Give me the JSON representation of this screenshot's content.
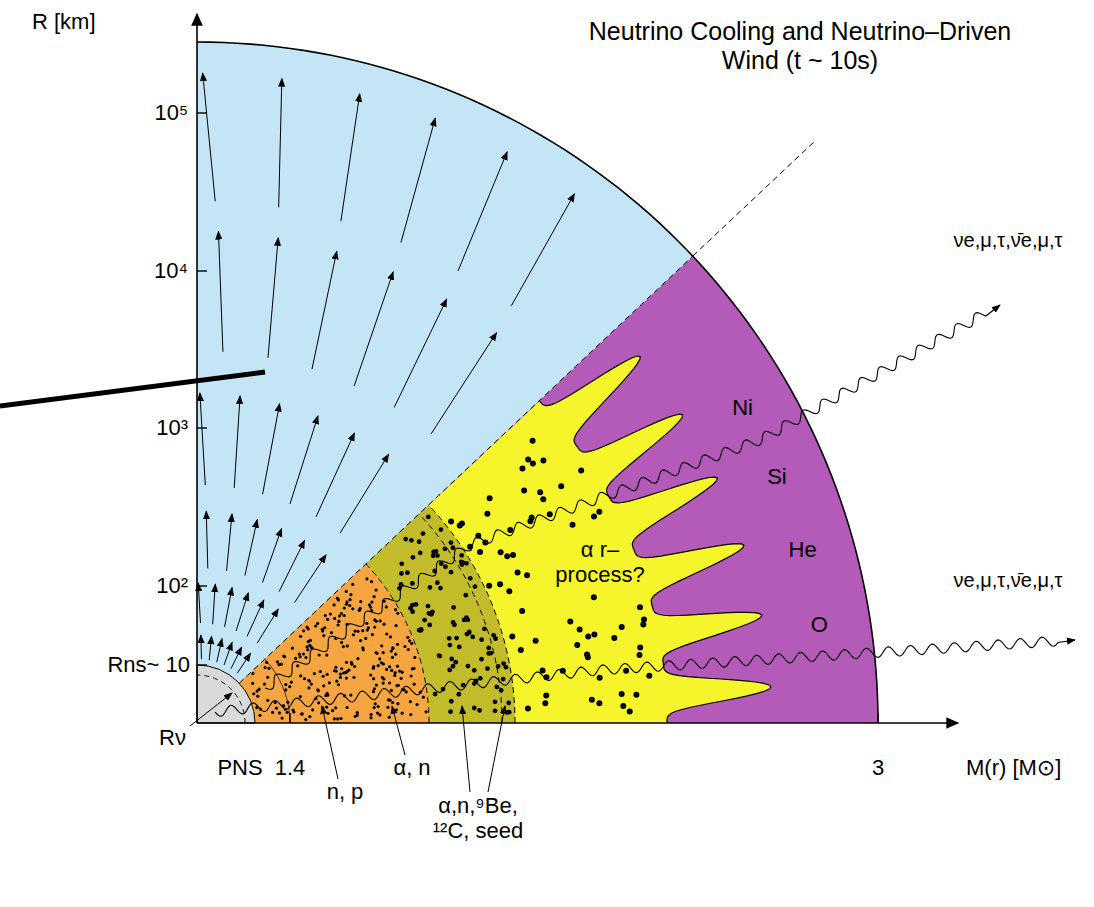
{
  "diagram": {
    "title": "Neutrino Cooling and Neutrino–Driven Wind (t ~ 10s)",
    "labels": [
      "R [km]",
      "10⁵",
      "10⁴",
      "10³",
      "10²",
      "Rns~ 10",
      "Rν",
      "PNS",
      "1.4",
      "n, p",
      "α, n",
      "α,n,⁹Be, ¹²C, seed",
      "α r–process?",
      "Ni",
      "Si",
      "He",
      "O",
      "νe,μ,τ,ν̄e,μ,τ",
      "νe,μ,τ,ν̄e,μ,τ",
      "3",
      "M(r) [M⊙]"
    ]
  }
}
